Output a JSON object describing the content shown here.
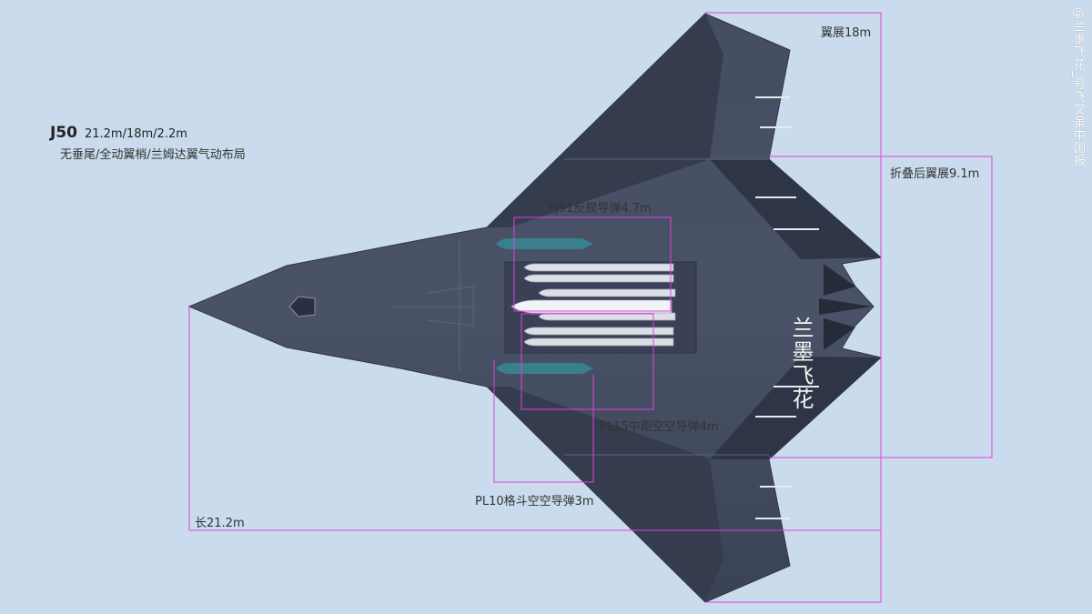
{
  "aircraft": {
    "name": "J50",
    "dims": "21.2m/18m/2.2m",
    "layout": "无垂尾/全动翼梢/兰姆达翼气动布局"
  },
  "labels": {
    "wingspan": "翼展18m",
    "folded_span": "折叠后翼展9.1m",
    "length": "长21.2m",
    "yj91": "YJ91反舰导弹4.7m",
    "pl15": "PL15中距空空导弹4m",
    "pl10": "PL10格斗空空导弹3m"
  },
  "watermark": "@兰墨飞花_号飞叉虽中国报",
  "signature": "兰墨飞花",
  "colors": {
    "background": "#c9dbec",
    "airframe": "#3d4558",
    "dimension_line": "#e040e0",
    "yj91_missile": "#3a7f8c",
    "missile_body": "#dcdfe6"
  }
}
